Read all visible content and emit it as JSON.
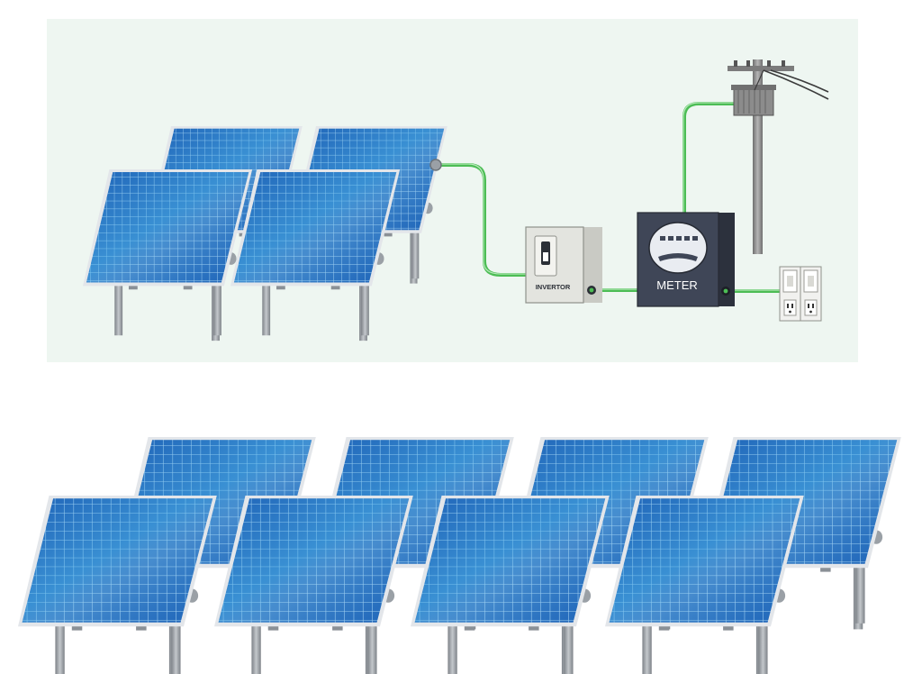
{
  "diagram": {
    "labels": {
      "inverter": "INVERTOR",
      "meter": "METER"
    },
    "components": [
      {
        "id": "solar-array-small",
        "icon": "solar-panel-icon",
        "panel_count": 4
      },
      {
        "id": "inverter",
        "icon": "inverter-icon"
      },
      {
        "id": "meter",
        "icon": "electric-meter-icon"
      },
      {
        "id": "utility-pole",
        "icon": "utility-pole-icon"
      },
      {
        "id": "outlets",
        "icon": "power-outlet-icon",
        "socket_count": 2
      },
      {
        "id": "solar-array-large",
        "icon": "solar-panel-icon",
        "panel_count": 8
      }
    ],
    "connections": [
      [
        "solar-array-small",
        "inverter"
      ],
      [
        "inverter",
        "meter"
      ],
      [
        "meter",
        "utility-pole"
      ],
      [
        "meter",
        "outlets"
      ]
    ],
    "colors": {
      "background_panel": "#eef6f1",
      "panel_blue": "#1f63b7",
      "panel_shine": "#4fb4ea",
      "panel_frame": "#e3e6ea",
      "wire_green": "#4cbd55",
      "meter_body": "#3f4657",
      "inverter_body": "#e3e4df",
      "pole_gray": "#8f8f8f"
    }
  }
}
